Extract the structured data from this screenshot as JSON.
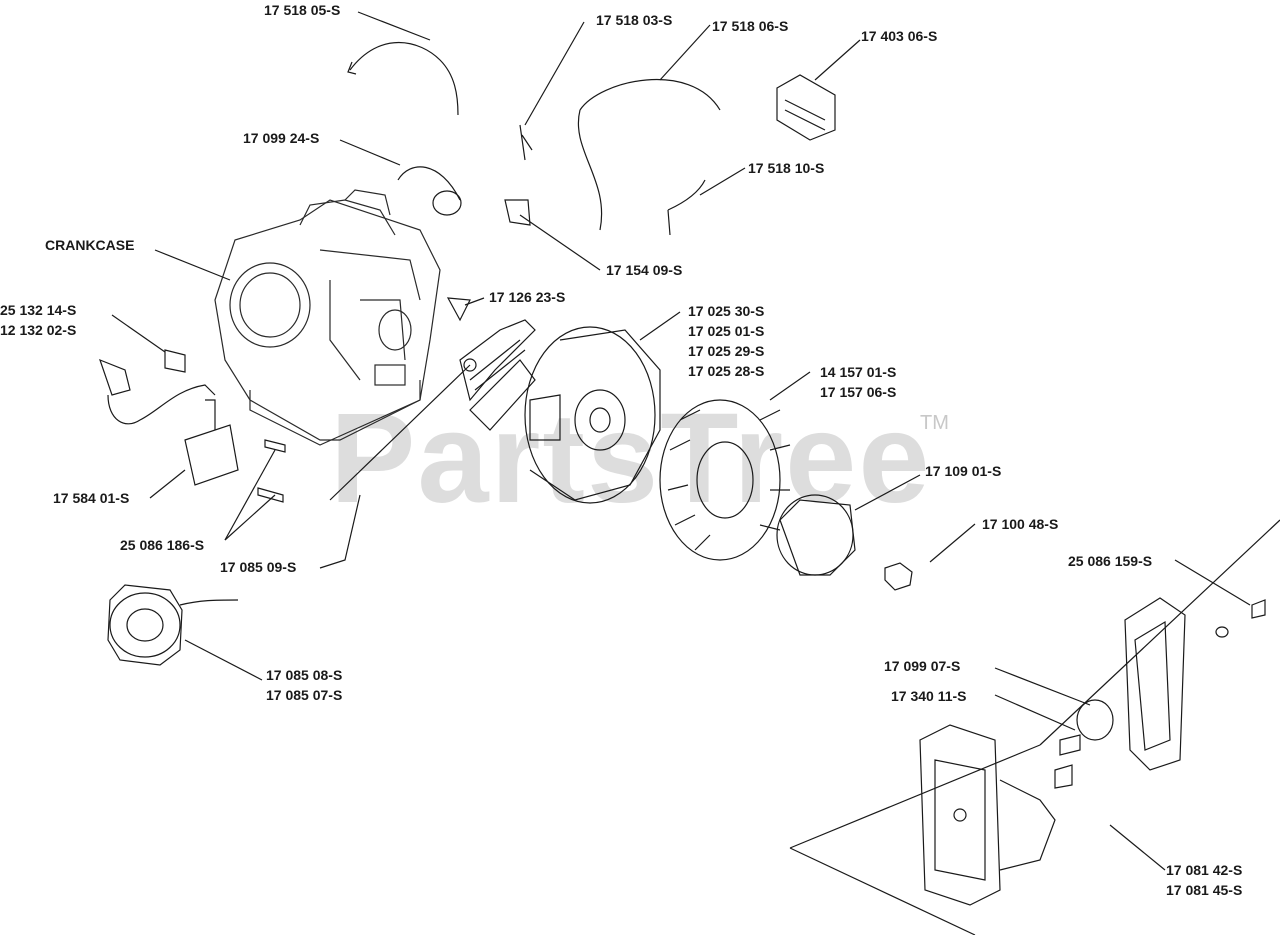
{
  "watermark": {
    "text": "PartsTree",
    "trademark": "TM"
  },
  "labels": {
    "p17518": [
      "17 518 05-S"
    ],
    "p17099_24": [
      "17 099 24-S"
    ],
    "crankcase": [
      "CRANKCASE"
    ],
    "p25132": [
      "25 132 14-S",
      "12 132 02-S"
    ],
    "p17584": [
      "17 584 01-S"
    ],
    "p25086_186": [
      "25 086 186-S"
    ],
    "p17085_09": [
      "17 085 09-S"
    ],
    "p17085_08": [
      "17 085 08-S",
      "17 085 07-S"
    ],
    "p17518_03": [
      "17 518 03-S"
    ],
    "p17518_06": [
      "17 518 06-S"
    ],
    "p17403": [
      "17 403 06-S"
    ],
    "p17518_10": [
      "17 518 10-S"
    ],
    "p17154": [
      "17 154 09-S"
    ],
    "p17126": [
      "17 126 23-S"
    ],
    "p17025": [
      "17 025 30-S",
      "17 025 01-S",
      "17 025 29-S",
      "17 025 28-S"
    ],
    "p14157": [
      "14 157 01-S",
      "17 157 06-S"
    ],
    "p17109": [
      "17 109 01-S"
    ],
    "p17100": [
      "17 100 48-S"
    ],
    "p25086_159": [
      "25 086 159-S"
    ],
    "p17099_07": [
      "17 099 07-S"
    ],
    "p17340": [
      "17 340 11-S"
    ],
    "p17081": [
      "17 081 42-S",
      "17 081 45-S"
    ]
  },
  "colors": {
    "line": "#1a1a1a",
    "part": "#2a2a2a",
    "watermark": "#d8d8d8"
  }
}
